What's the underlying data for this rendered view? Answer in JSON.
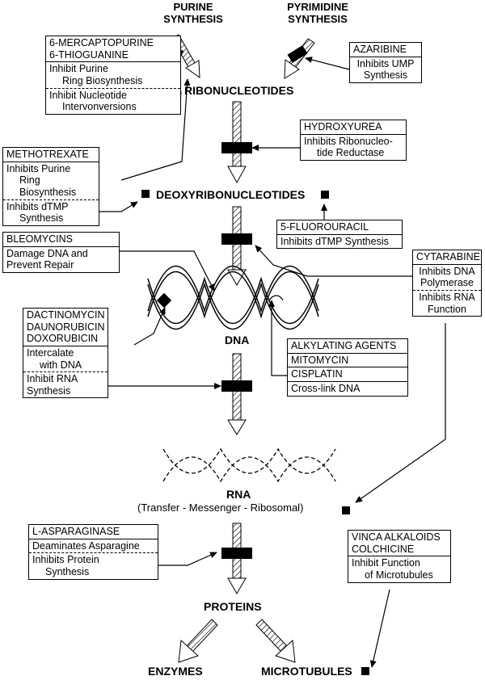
{
  "labels": {
    "purine_synthesis": [
      "PURINE",
      "SYNTHESIS"
    ],
    "pyrimidine_synthesis": [
      "PYRIMIDINE",
      "SYNTHESIS"
    ],
    "ribonucleotides": "RIBONUCLEOTIDES",
    "deoxyribonucleotides": "DEOXYRIBONUCLEOTIDES",
    "dna": "DNA",
    "rna": "RNA",
    "rna_sub": "(Transfer - Messenger - Ribosomal)",
    "proteins": "PROTEINS",
    "enzymes": "ENZYMES",
    "microtubules": "MICROTUBULES"
  },
  "boxes": {
    "mercaptopurine": {
      "drugs": [
        "6-MERCAPTOPURINE",
        "6-THIOGUANINE"
      ],
      "effect1": [
        "Inhibit Purine",
        "Ring Biosynthesis"
      ],
      "effect2": [
        "Inhibit Nucleotide",
        "Intervonversions"
      ]
    },
    "azaribine": {
      "drug": "AZARIBINE",
      "effect": [
        "Inhibits UMP",
        "Synthesis"
      ]
    },
    "methotrexate": {
      "drug": "METHOTREXATE",
      "effect1": [
        "Inhibits Purine",
        "Ring Biosynthesis"
      ],
      "effect2": [
        "Inhibits dTMP",
        "Synthesis"
      ]
    },
    "hydroxyurea": {
      "drug": "HYDROXYUREA",
      "effect": [
        "Inhibits Ribonucleo-",
        "tide Reductase"
      ]
    },
    "fluorouracil": {
      "drug": "5-FLUOROURACIL",
      "effect": "Inhibits dTMP Synthesis"
    },
    "bleomycins": {
      "drug": "BLEOMYCINS",
      "effect": [
        "Damage DNA and",
        "Prevent Repair"
      ]
    },
    "cytarabine": {
      "drug": "CYTARABINE",
      "effect1": [
        "Inhibits DNA",
        "Polymerase"
      ],
      "effect2": [
        "Inhibits RNA",
        "Function"
      ]
    },
    "dactinomycin": {
      "drugs": [
        "DACTINOMYCIN",
        "DAUNORUBICIN",
        "DOXORUBICIN"
      ],
      "effect1": [
        "Intercalate",
        "with DNA"
      ],
      "effect2": [
        "Inhibit RNA",
        "Synthesis"
      ]
    },
    "alkylating": {
      "group": "ALKYLATING AGENTS",
      "drug1": "MITOMYCIN",
      "drug2": "CISPLATIN",
      "effect": "Cross-link DNA"
    },
    "asparaginase": {
      "drug": "L-ASPARAGINASE",
      "effect1": "Deaminates Asparagine",
      "effect2": [
        "Inhibits Protein",
        "Synthesis"
      ]
    },
    "vinca": {
      "drugs": [
        "VINCA ALKALOIDS",
        "COLCHICINE"
      ],
      "effect": [
        "Inhibit Function",
        "of Microtubules"
      ]
    }
  }
}
